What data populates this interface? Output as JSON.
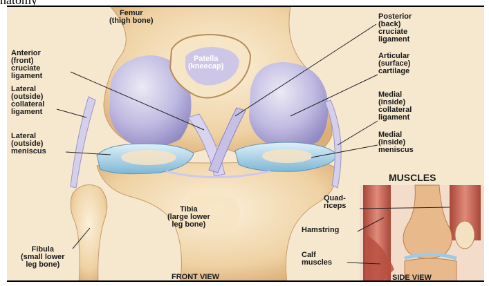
{
  "page_title": "natomy",
  "labels": {
    "femur": "Femur\n(thigh bone)",
    "patella": "Patella\n(kneecap)",
    "posterior_cruciate": "Posterior\n(back)\ncruciate\nligament",
    "anterior_cruciate": "Anterior\n(front)\ncruciate\nligament",
    "articular_cartilage": "Articular\n(surface)\ncartilage",
    "lateral_collateral": "Lateral\n(outside)\ncollateral\nligament",
    "medial_collateral": "Medial\n(inside)\ncollateral\nligament",
    "lateral_meniscus": "Lateral\n(outside)\nmeniscus",
    "medial_meniscus": "Medial\n(inside)\nmeniscus",
    "tibia": "Tibia\n(large lower\nleg bone)",
    "fibula": "Fibula\n(small lower\nleg bone)",
    "front_view": "FRONT VIEW"
  },
  "inset": {
    "title": "MUSCLES",
    "quadriceps": "Quad-\nriceps",
    "hamstring": "Hamstring",
    "calf": "Calf\nmuscles",
    "side_view": "SIDE VIEW"
  },
  "colors": {
    "bone": "#f2d9b0",
    "cartilage": "#b9b6e3",
    "meniscus": "#a9d3ea",
    "ligament": "#c9c3e6",
    "muscle": "#c95a4a"
  }
}
